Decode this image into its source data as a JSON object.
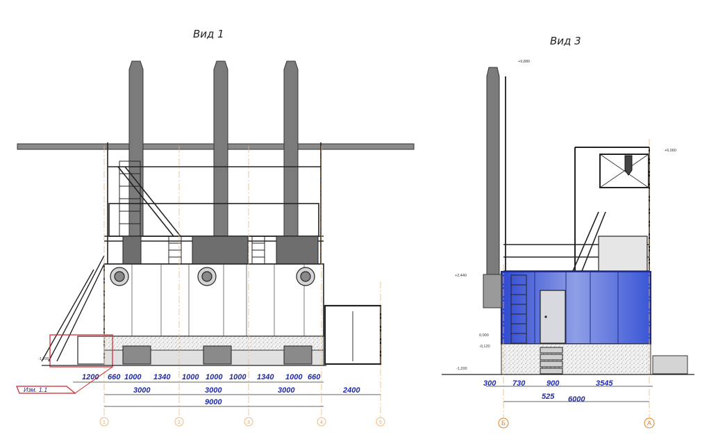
{
  "view1": {
    "title": "Вид 1",
    "revision_tag": "Изм. 1.1",
    "elevation_left": "-1,200",
    "dims_row1": [
      "1200",
      "660",
      "1000",
      "1340",
      "1000",
      "1000",
      "1000",
      "1340",
      "1000",
      "660"
    ],
    "dims_row2": [
      "3000",
      "3000",
      "3000",
      "2400"
    ],
    "dims_total": "9000",
    "axes": [
      "1",
      "2",
      "3",
      "4",
      "5"
    ]
  },
  "view3": {
    "title": "Вид 3",
    "elevations": {
      "top": "+9,880",
      "right": "+6,060",
      "left": "+2,440",
      "floor_a": "0,000",
      "floor_b": "-0,120",
      "ground": "-1,200"
    },
    "dims_row1": [
      "300",
      "730",
      "900",
      "3545"
    ],
    "dims_row2": [
      "525",
      "6000"
    ],
    "axes": [
      "Б",
      "А"
    ]
  },
  "colors": {
    "steel": "#7b7b7b",
    "steel_dark": "#555555",
    "dimension": "#1f2aa8",
    "axis": "#e8a35a",
    "container_blue": "#3a56d6",
    "revision_red": "#d0202a"
  }
}
